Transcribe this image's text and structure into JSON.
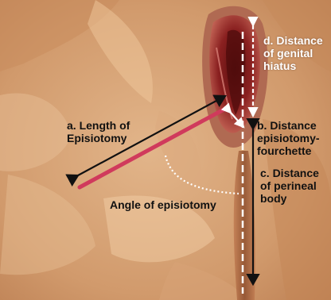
{
  "labels": {
    "length": [
      "a. Length of",
      "Episiotomy"
    ],
    "angle": "Angle of episiotomy",
    "fourchette": [
      "b. Distance",
      "episiotomy-",
      "fourchette"
    ],
    "perineal": [
      "c. Distance",
      "of perineal",
      "body"
    ],
    "hiatus": [
      "d. Distance",
      "of genital",
      "hiatus"
    ]
  },
  "colors": {
    "incision": "#d03a5c",
    "arrow_dark": "#111111",
    "arrow_light": "#ffffff",
    "text_dark": "#111111",
    "text_light": "#ffffff"
  }
}
